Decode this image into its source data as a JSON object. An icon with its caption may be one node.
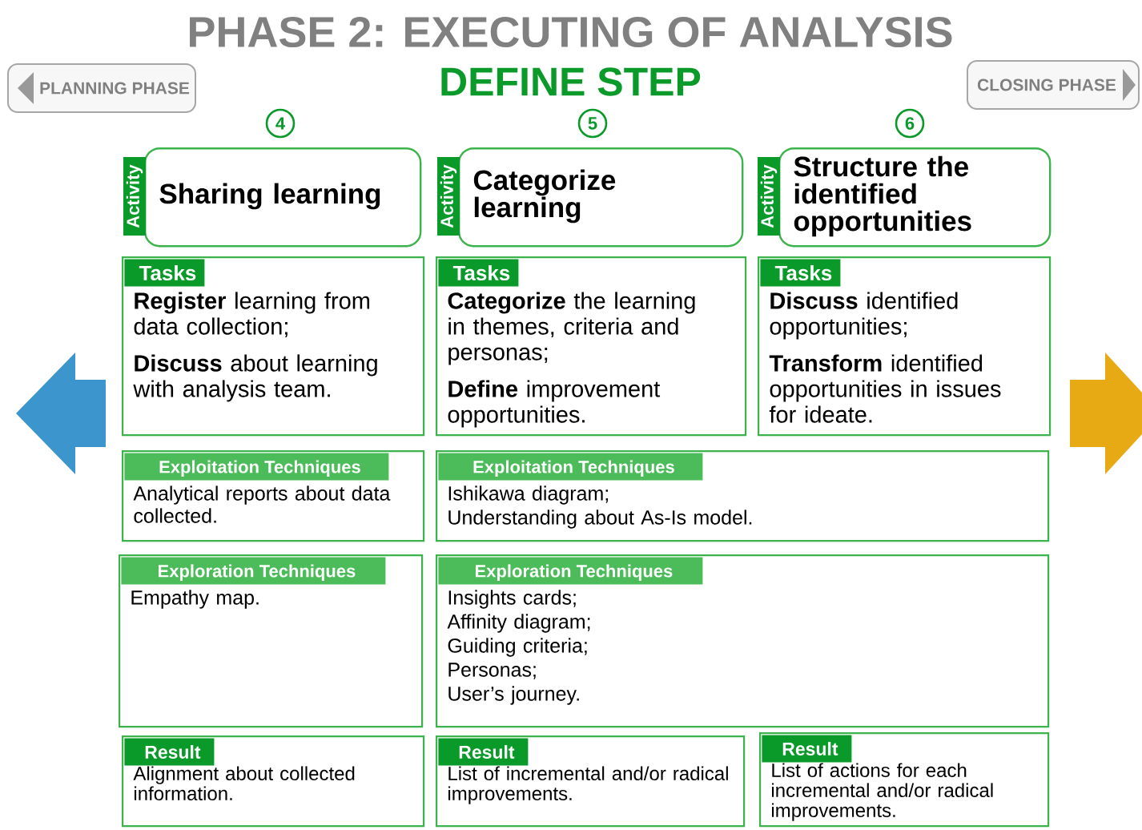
{
  "diagram": {
    "title": "PHASE 2: EXECUTING OF ANALYSIS",
    "nodes": [
      {
        "text": [
          "PLANNING PHASE"
        ]
      },
      {
        "text": [
          "CLOSING PHASE"
        ]
      },
      {
        "text": [
          "4"
        ]
      },
      {
        "text": [
          "5"
        ]
      },
      {
        "text": [
          "6"
        ]
      },
      {
        "text": [
          "Activity",
          "Sharing learning"
        ]
      },
      {
        "text": [
          "Activity",
          "Categorize learning"
        ]
      },
      {
        "text": [
          "Activity",
          "Structure the identified opportunities"
        ]
      },
      {
        "text": [
          "Tasks",
          "**Register** learning from data collection;",
          "**Discuss** about learning with analysis team."
        ]
      },
      {
        "text": [
          "Tasks",
          "**Categorize** the learning in themes, criteria and personas;",
          "**Define** improvement opportunities."
        ]
      },
      {
        "text": [
          "Tasks",
          "**Discuss** identified opportunities;",
          "**Transform** identified opportunities in issues for ideate."
        ]
      },
      {
        "text": [
          "Exploitation Techniques",
          "Analytical reports about data collected."
        ]
      },
      {
        "text": [
          "Exploitation Techniques",
          "Ishikawa diagram;",
          "Understanding about As-Is model."
        ]
      },
      {
        "text": [
          "Exploration Techniques",
          "Empathy map."
        ]
      },
      {
        "text": [
          "Exploration Techniques",
          "Insights cards;",
          "Affinity diagram;",
          "Guiding criteria;",
          "Personas;",
          "User’s journey."
        ]
      },
      {
        "text": [
          "Result",
          "Alignment about collected information."
        ]
      },
      {
        "text": [
          "Result",
          "List of incremental and/or radical improvements."
        ]
      },
      {
        "text": [
          "Result",
          "List of actions for each incremental and/or radical improvements."
        ]
      }
    ],
    "labels": [
      "DEFINE STEP"
    ]
  }
}
